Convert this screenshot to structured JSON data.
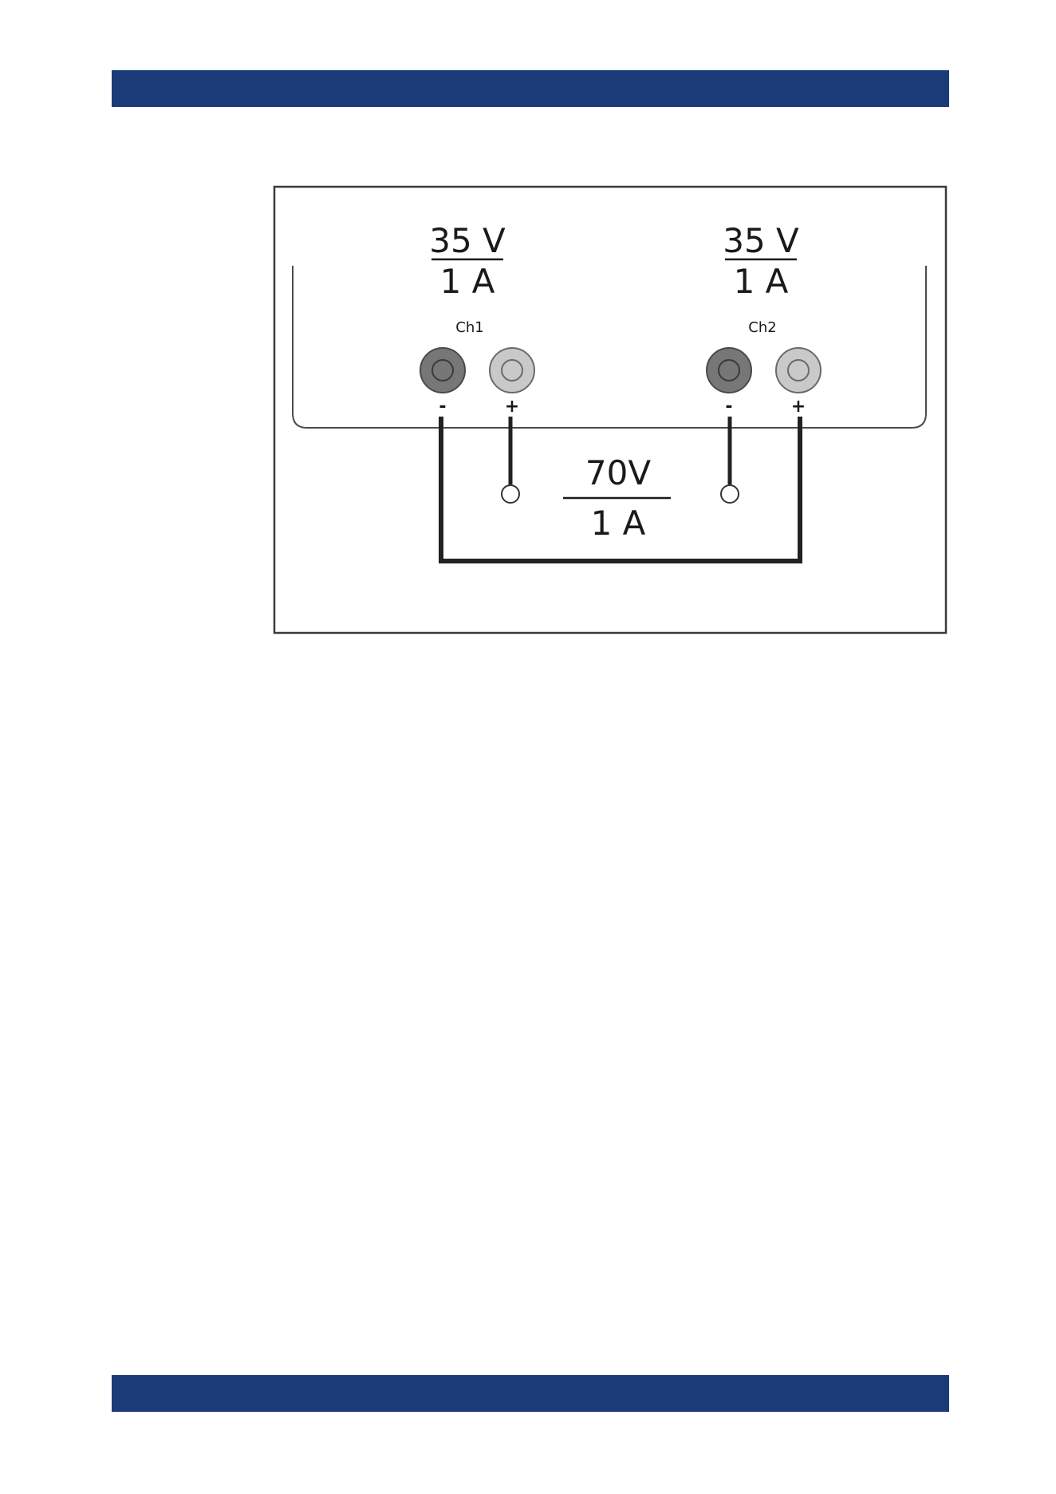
{
  "colors": {
    "band": "#1b3a78",
    "frame": "#3a3a3a",
    "panel": "#4a4a4a",
    "wire": "#222222",
    "terminal_negative": "#777777",
    "terminal_positive": "#c9c9c9"
  },
  "diagram": {
    "channels": [
      {
        "voltage": "35 V",
        "current": "1 A",
        "label": "Ch1",
        "minus": "-",
        "plus": "+"
      },
      {
        "voltage": "35 V",
        "current": "1 A",
        "label": "Ch2",
        "minus": "-",
        "plus": "+"
      }
    ],
    "series_output": {
      "voltage": "70V",
      "current": "1 A"
    }
  }
}
